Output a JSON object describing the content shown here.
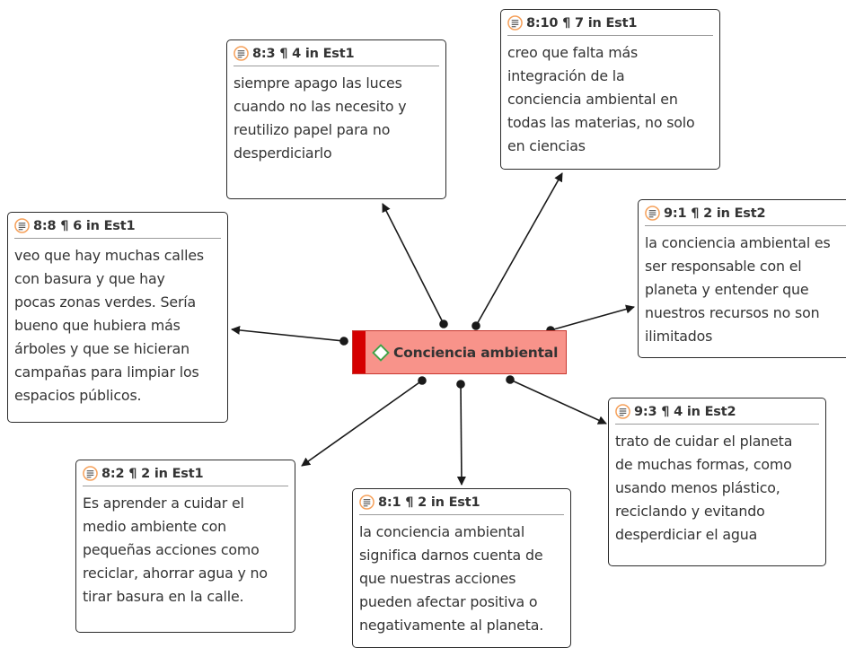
{
  "code": {
    "label": "Conciencia ambiental"
  },
  "quotations": [
    {
      "id": "q-8-3",
      "title": "8:3 ¶ 4 in Est1",
      "text": "siempre apago las luces\ncuando no las necesito y\nreutilizo papel para no\ndesperdiciarlo"
    },
    {
      "id": "q-8-10",
      "title": "8:10 ¶ 7 in Est1",
      "text": "creo que falta más\nintegración de la\nconciencia ambiental en\ntodas las materias, no solo\nen ciencias"
    },
    {
      "id": "q-8-8",
      "title": "8:8 ¶ 6 in Est1",
      "text": "veo que hay muchas calles\ncon basura y que hay\npocas zonas verdes. Sería\nbueno que hubiera más\nárboles y que se hicieran\ncampañas para limpiar los\nespacios públicos."
    },
    {
      "id": "q-9-1",
      "title": "9:1 ¶ 2 in Est2",
      "text": "la conciencia ambiental es\nser responsable con el\nplaneta y entender que\nnuestros recursos no son\nilimitados"
    },
    {
      "id": "q-9-3",
      "title": "9:3 ¶ 4 in Est2",
      "text": "trato de cuidar el planeta\nde muchas formas, como\nusando menos plástico,\nreciclando y evitando\ndesperdiciar el agua"
    },
    {
      "id": "q-8-2",
      "title": "8:2 ¶ 2 in Est1",
      "text": "Es aprender a cuidar el\nmedio ambiente con\npequeñas acciones como\nreciclar, ahorrar agua y no\ntirar basura en la calle."
    },
    {
      "id": "q-8-1",
      "title": "8:1 ¶ 2 in Est1",
      "text": " la conciencia ambiental\nsignifica darnos cuenta de\nque nuestras acciones\npueden afectar positiva o\nnegativamente al planeta."
    }
  ],
  "colors": {
    "code_fill": "#f8938a",
    "code_bar": "#d50000",
    "icon_ring": "#f5a05a",
    "edge": "#1a1a1a"
  }
}
